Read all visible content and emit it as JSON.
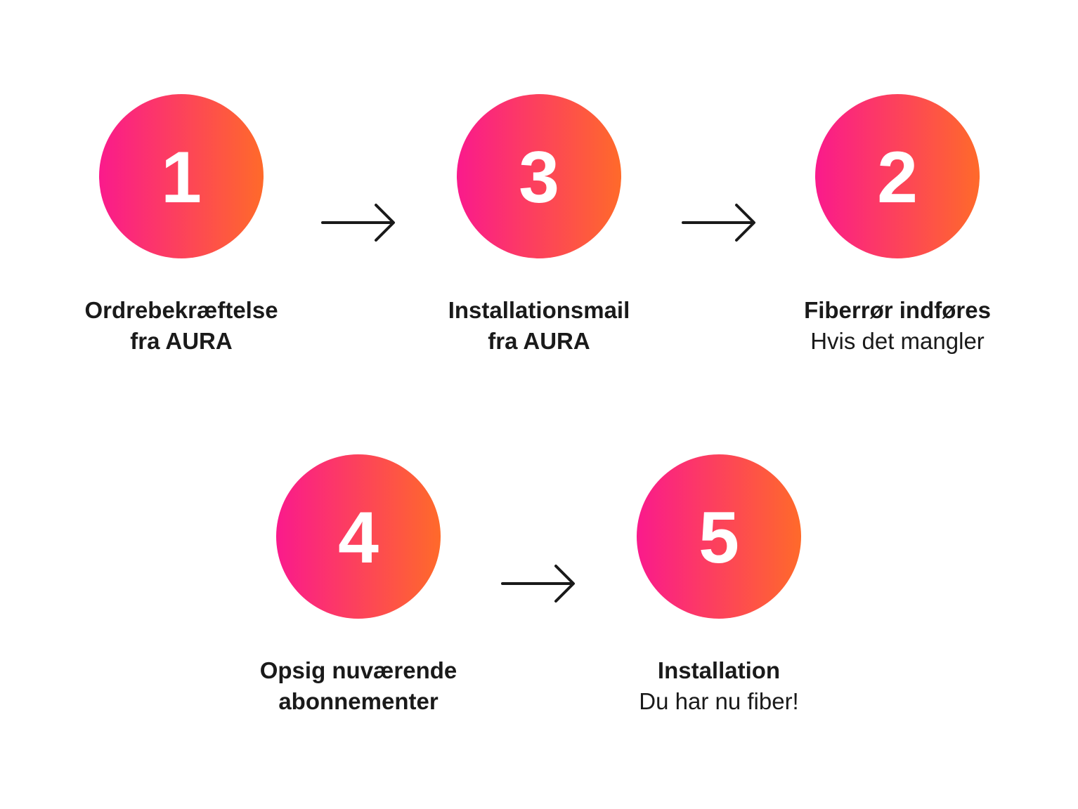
{
  "colors": {
    "gradient_start": "#fa1a8c",
    "gradient_end": "#ff6a2a",
    "number": "#ffffff",
    "text": "#1a1a1a",
    "arrow": "#1a1a1a"
  },
  "steps": [
    {
      "number": "1",
      "title": "Ordrebekræftelse",
      "subtitle": "fra AURA",
      "subtitle_bold": true
    },
    {
      "number": "3",
      "title": "Installationsmail",
      "subtitle": "fra AURA",
      "subtitle_bold": true
    },
    {
      "number": "2",
      "title": "Fiberrør indføres",
      "subtitle": "Hvis det mangler",
      "subtitle_bold": false
    },
    {
      "number": "4",
      "title": "Opsig nuværende",
      "subtitle": "abonnementer",
      "subtitle_bold": true
    },
    {
      "number": "5",
      "title": "Installation",
      "subtitle": "Du har nu fiber!",
      "subtitle_bold": false
    }
  ],
  "arrows": [
    {
      "icon": "arrow-right-icon"
    },
    {
      "icon": "arrow-right-icon"
    },
    {
      "icon": "arrow-right-icon"
    }
  ]
}
